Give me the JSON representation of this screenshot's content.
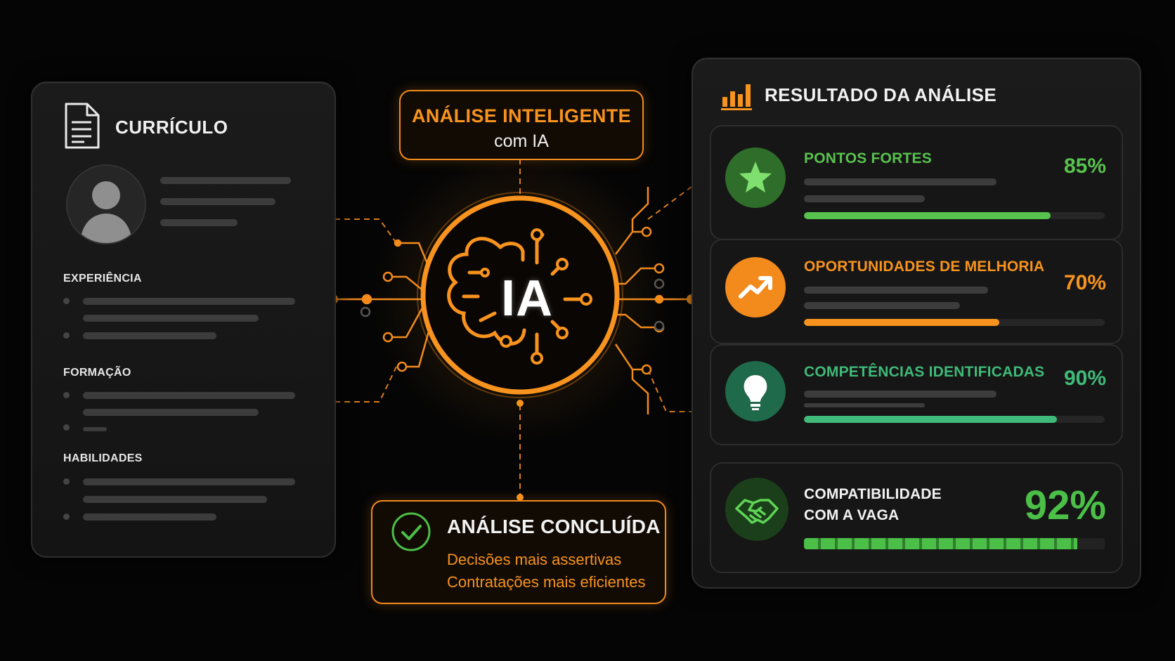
{
  "resume": {
    "title": "CURRÍCULO",
    "sections": [
      {
        "label": "EXPERIÊNCIA"
      },
      {
        "label": "FORMAÇÃO"
      },
      {
        "label": "HABILIDADES"
      }
    ]
  },
  "center": {
    "top_box": {
      "title": "ANÁLISE INTELIGENTE",
      "subtitle": "com IA"
    },
    "core_label": "IA",
    "bottom_box": {
      "title": "ANÁLISE CONCLUÍDA",
      "lines": [
        "Decisões mais assertivas",
        "Contratações mais eficientes"
      ]
    }
  },
  "results": {
    "title": "RESULTADO DA ANÁLISE",
    "cards": [
      {
        "title": "PONTOS FORTES",
        "percent_label": "85%",
        "progress": 0.82,
        "color": "#58c24e",
        "icon": "star-icon"
      },
      {
        "title": "OPORTUNIDADES DE MELHORIA",
        "percent_label": "70%",
        "progress": 0.65,
        "color": "#f7931e",
        "icon": "trending-up-icon"
      },
      {
        "title": "COMPETÊNCIAS IDENTIFICADAS",
        "percent_label": "90%",
        "progress": 0.84,
        "color": "#3fba78",
        "icon": "lightbulb-icon"
      },
      {
        "title_line1": "COMPATIBILIDADE",
        "title_line2": "COM A VAGA",
        "percent_label": "92%",
        "progress": 0.91,
        "color": "#4bbf48",
        "icon": "handshake-icon"
      }
    ]
  },
  "colors": {
    "accent": "#f7931e",
    "background": "#050505",
    "green": "#58c24e"
  }
}
